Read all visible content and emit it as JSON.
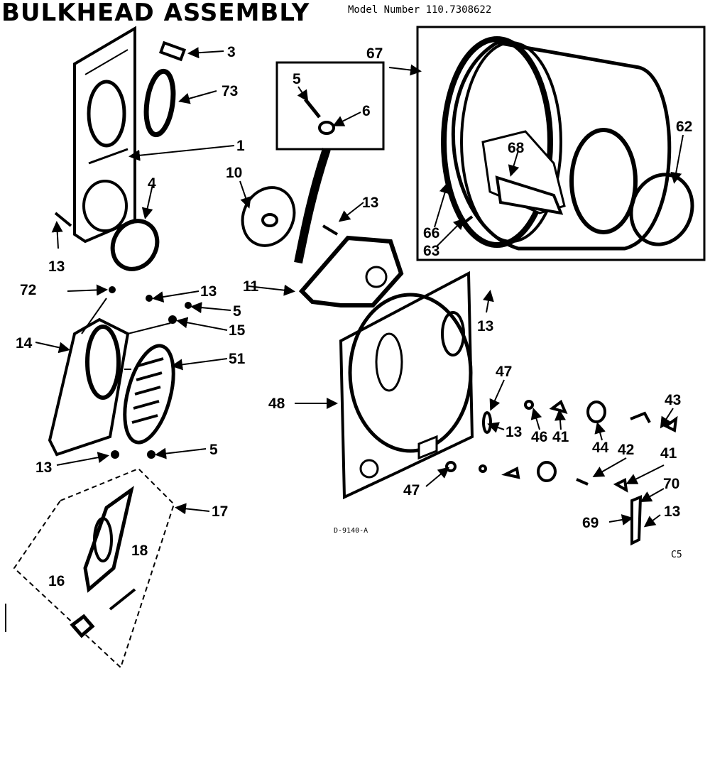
{
  "header": {
    "title": "BULKHEAD ASSEMBLY",
    "model": "Model Number 110.7308622"
  },
  "diagram_code": "D-9140-A",
  "corner_code": "C5",
  "labels": {
    "l1": "1",
    "l3": "3",
    "l4": "4",
    "l5a": "5",
    "l5b": "5",
    "l5c": "5",
    "l6": "6",
    "l10": "10",
    "l11": "11",
    "l13a": "13",
    "l13b": "13",
    "l13c": "13",
    "l13d": "13",
    "l13e": "13",
    "l13f": "13",
    "l13g": "13",
    "l14": "14",
    "l15": "15",
    "l16": "16",
    "l17": "17",
    "l18": "18",
    "l41a": "41",
    "l41b": "41",
    "l42": "42",
    "l43": "43",
    "l44": "44",
    "l46": "46",
    "l47a": "47",
    "l47b": "47",
    "l48": "48",
    "l51": "51",
    "l62": "62",
    "l63": "63",
    "l66": "66",
    "l67": "67",
    "l68": "68",
    "l69": "69",
    "l70": "70",
    "l72": "72",
    "l73": "73"
  }
}
